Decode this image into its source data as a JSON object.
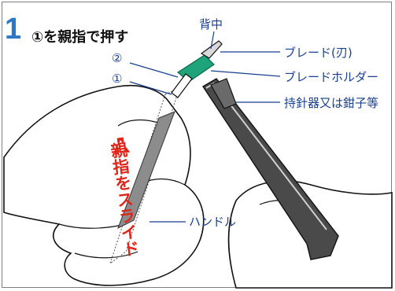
{
  "step": {
    "number": "1",
    "text": "①を親指で押す"
  },
  "labels": {
    "back": "背中",
    "blade": "ブレード(刃)",
    "blade_holder": "ブレードホルダー",
    "needle_holder": "持針器又は鉗子等",
    "handle": "ハンドル",
    "marker_two": "②",
    "marker_one": "①"
  },
  "instruction_vertical": "親指をスライド",
  "colors": {
    "step_number": "#2a78c6",
    "label_text": "#1a3f8f",
    "arrow": "#e0261b",
    "holder_green": "#1fa37a",
    "leader_lines": "#1a3f8f",
    "outline": "#111111"
  }
}
